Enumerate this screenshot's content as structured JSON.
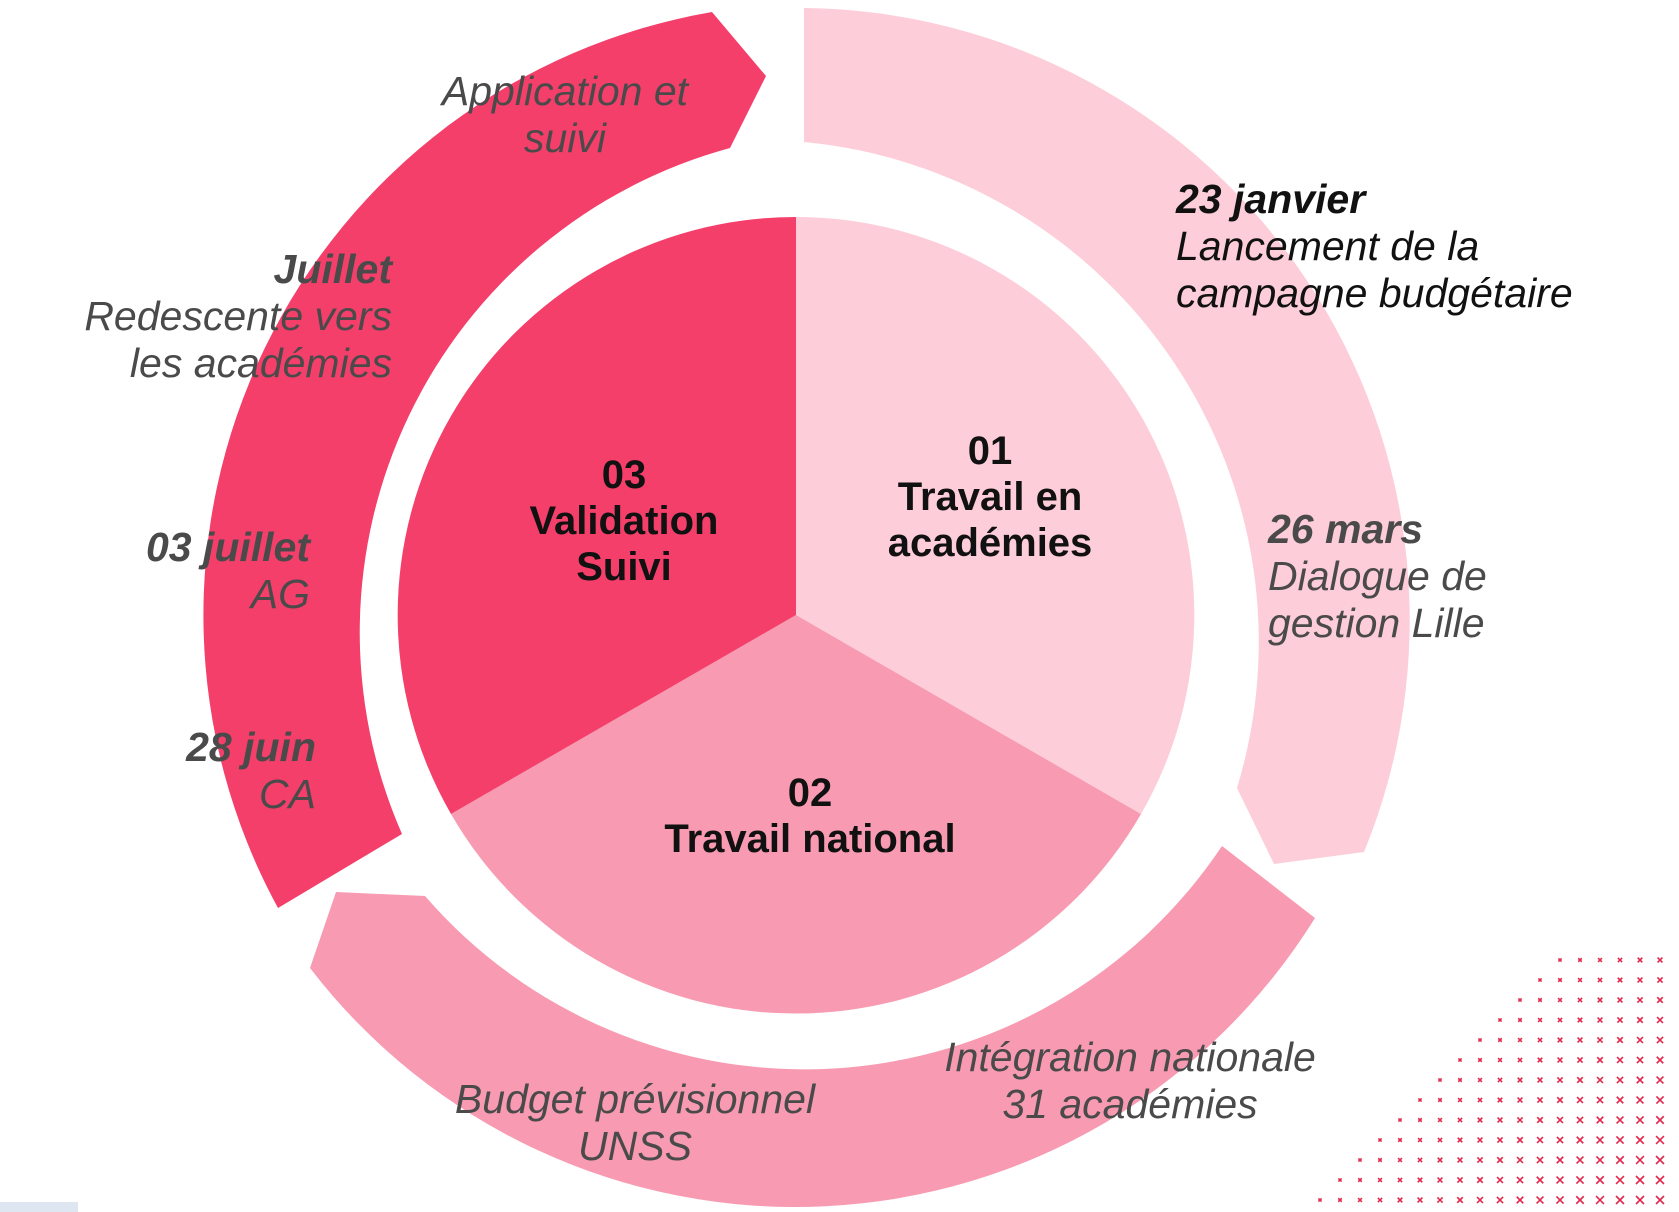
{
  "colors": {
    "phase1": "#fdcdd9",
    "phase2": "#f89bb2",
    "phase3": "#f43f6b",
    "text_dark": "#111111",
    "text_grey": "#4a4a4a",
    "pattern": "#e4284c"
  },
  "segments": [
    {
      "number": "01",
      "title_line1": "Travail en",
      "title_line2": "académies"
    },
    {
      "number": "02",
      "title_line1": "Travail national",
      "title_line2": ""
    },
    {
      "number": "03",
      "title_line1": "Validation",
      "title_line2": "Suivi"
    }
  ],
  "milestones": {
    "application": {
      "line1": "Application et",
      "line2": "suivi"
    },
    "janvier": {
      "date": "23 janvier",
      "line1": "Lancement de la",
      "line2": "campagne budgétaire"
    },
    "mars": {
      "date": "26 mars",
      "line1": "Dialogue de",
      "line2": "gestion Lille"
    },
    "juillet": {
      "date": "Juillet",
      "line1": "Redescente vers",
      "line2": "les académies"
    },
    "ag": {
      "date": "03 juillet",
      "line1": "AG"
    },
    "ca": {
      "date": "28 juin",
      "line1": "CA"
    },
    "integration": {
      "line1": "Intégration nationale",
      "line2": "31 académies"
    },
    "budget": {
      "line1": "Budget prévisionnel",
      "line2": "UNSS"
    }
  }
}
